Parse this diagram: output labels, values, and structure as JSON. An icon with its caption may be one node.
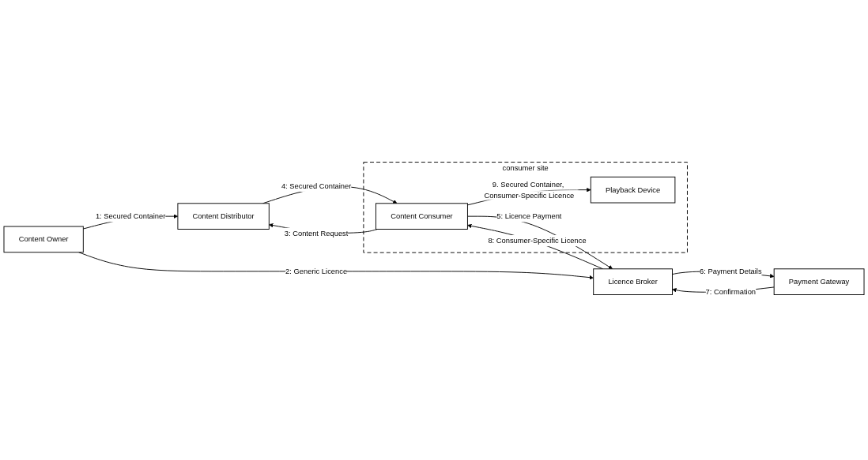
{
  "diagram": {
    "nodes": [
      {
        "text": [
          "Content Distributor"
        ]
      },
      {
        "text": [
          "Content Owner"
        ]
      },
      {
        "text": [
          "consumer site"
        ]
      },
      {
        "text": [
          "Content Consumer"
        ],
        "in": 2
      },
      {
        "text": [
          "Playback Device"
        ],
        "in": 2
      },
      {
        "text": [
          "Licence Broker"
        ]
      },
      {
        "text": [
          "Payment Gateway"
        ]
      }
    ],
    "edges": [
      {
        "from": 1,
        "to": 0,
        "arrow": "to",
        "label": "1: Secured Container"
      },
      {
        "from": 1,
        "to": 5,
        "arrow": "to",
        "label": "2: Generic Licence"
      },
      {
        "from": 3,
        "to": 0,
        "arrow": "to",
        "label": "3: Content Request"
      },
      {
        "from": 0,
        "to": 3,
        "arrow": "to",
        "label": "4: Secured Container"
      },
      {
        "from": 3,
        "to": 5,
        "arrow": "to",
        "label": "5: Licence Payment"
      },
      {
        "from": 5,
        "to": 6,
        "arrow": "to",
        "label": "6: Payment Details"
      },
      {
        "from": 6,
        "to": 5,
        "arrow": "to",
        "label": "7: Confirmation"
      },
      {
        "from": 5,
        "to": 3,
        "arrow": "to",
        "label": "8: Consumer-Specific Licence"
      },
      {
        "from": 3,
        "to": 4,
        "arrow": "to",
        "label": "9. Secured Container, Consumer-Specific Licence"
      }
    ]
  }
}
